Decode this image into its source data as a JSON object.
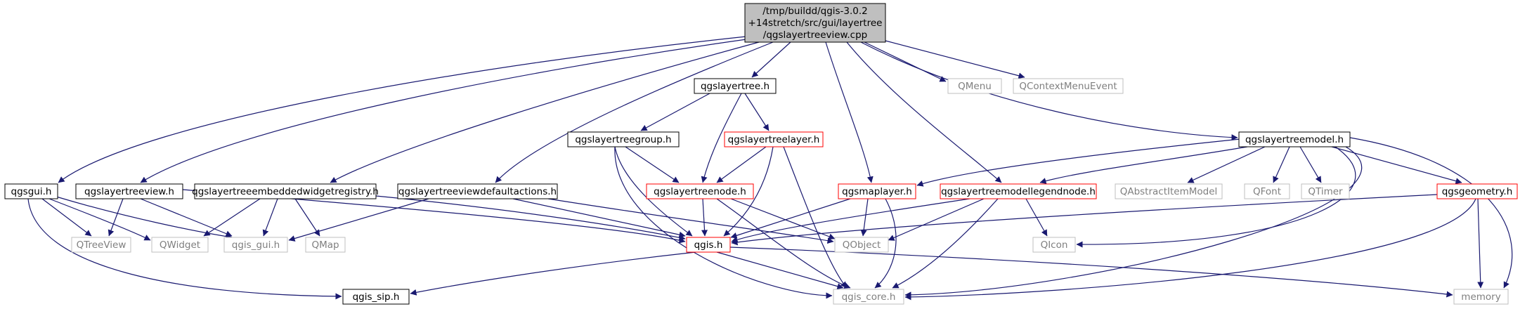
{
  "colors": {
    "edge": "#191970",
    "border_black": "#000000",
    "border_red": "#ff0000",
    "border_gray": "#bfbfbf",
    "root_fill": "#bfbfbf",
    "text_black": "#000000",
    "text_gray": "#7f7f7f"
  },
  "nodes": [
    {
      "id": "root",
      "lines": [
        "/tmp/buildd/qgis-3.0.2",
        "+14stretch/src/gui/layertree",
        "/qgslayertreeview.cpp"
      ],
      "style": "root"
    },
    {
      "id": "qgslayertree_h",
      "lines": [
        "qgslayertree.h"
      ],
      "style": "black"
    },
    {
      "id": "qmenu",
      "lines": [
        "QMenu"
      ],
      "style": "gray"
    },
    {
      "id": "qcontextmenuevent",
      "lines": [
        "QContextMenuEvent"
      ],
      "style": "gray"
    },
    {
      "id": "qgslayertreegroup_h",
      "lines": [
        "qgslayertreegroup.h"
      ],
      "style": "black"
    },
    {
      "id": "qgslayertreelayer_h",
      "lines": [
        "qgslayertreelayer.h"
      ],
      "style": "red"
    },
    {
      "id": "qgslayertreemodel_h",
      "lines": [
        "qgslayertreemodel.h"
      ],
      "style": "black"
    },
    {
      "id": "qgsgui_h",
      "lines": [
        "qgsgui.h"
      ],
      "style": "black"
    },
    {
      "id": "qgslayertreeview_h",
      "lines": [
        "qgslayertreeview.h"
      ],
      "style": "black"
    },
    {
      "id": "qgslayertreeembeddedwidgetregistry_h",
      "lines": [
        "qgslayertreeembeddedwidgetregistry.h"
      ],
      "style": "black"
    },
    {
      "id": "qgslayertreeviewdefaultactions_h",
      "lines": [
        "qgslayertreeviewdefaultactions.h"
      ],
      "style": "black"
    },
    {
      "id": "qgslayertreenode_h",
      "lines": [
        "qgslayertreenode.h"
      ],
      "style": "red"
    },
    {
      "id": "qgsmaplayer_h",
      "lines": [
        "qgsmaplayer.h"
      ],
      "style": "red"
    },
    {
      "id": "qgslayertreemodellegendnode_h",
      "lines": [
        "qgslayertreemodellegendnode.h"
      ],
      "style": "red"
    },
    {
      "id": "qabstractitemmodel",
      "lines": [
        "QAbstractItemModel"
      ],
      "style": "gray"
    },
    {
      "id": "qfont",
      "lines": [
        "QFont"
      ],
      "style": "gray"
    },
    {
      "id": "qtimer",
      "lines": [
        "QTimer"
      ],
      "style": "gray"
    },
    {
      "id": "qgsgeometry_h",
      "lines": [
        "qgsgeometry.h"
      ],
      "style": "red"
    },
    {
      "id": "qtreeview",
      "lines": [
        "QTreeView"
      ],
      "style": "gray"
    },
    {
      "id": "qwidget",
      "lines": [
        "QWidget"
      ],
      "style": "gray"
    },
    {
      "id": "qgis_gui_h",
      "lines": [
        "qgis_gui.h"
      ],
      "style": "gray"
    },
    {
      "id": "qmap",
      "lines": [
        "QMap"
      ],
      "style": "gray"
    },
    {
      "id": "qgis_h",
      "lines": [
        "qgis.h"
      ],
      "style": "red"
    },
    {
      "id": "qobject",
      "lines": [
        "QObject"
      ],
      "style": "gray"
    },
    {
      "id": "qicon",
      "lines": [
        "QIcon"
      ],
      "style": "gray"
    },
    {
      "id": "qgis_sip_h",
      "lines": [
        "qgis_sip.h"
      ],
      "style": "black"
    },
    {
      "id": "qgis_core_h",
      "lines": [
        "qgis_core.h"
      ],
      "style": "gray"
    },
    {
      "id": "memory",
      "lines": [
        "memory"
      ],
      "style": "gray"
    }
  ]
}
